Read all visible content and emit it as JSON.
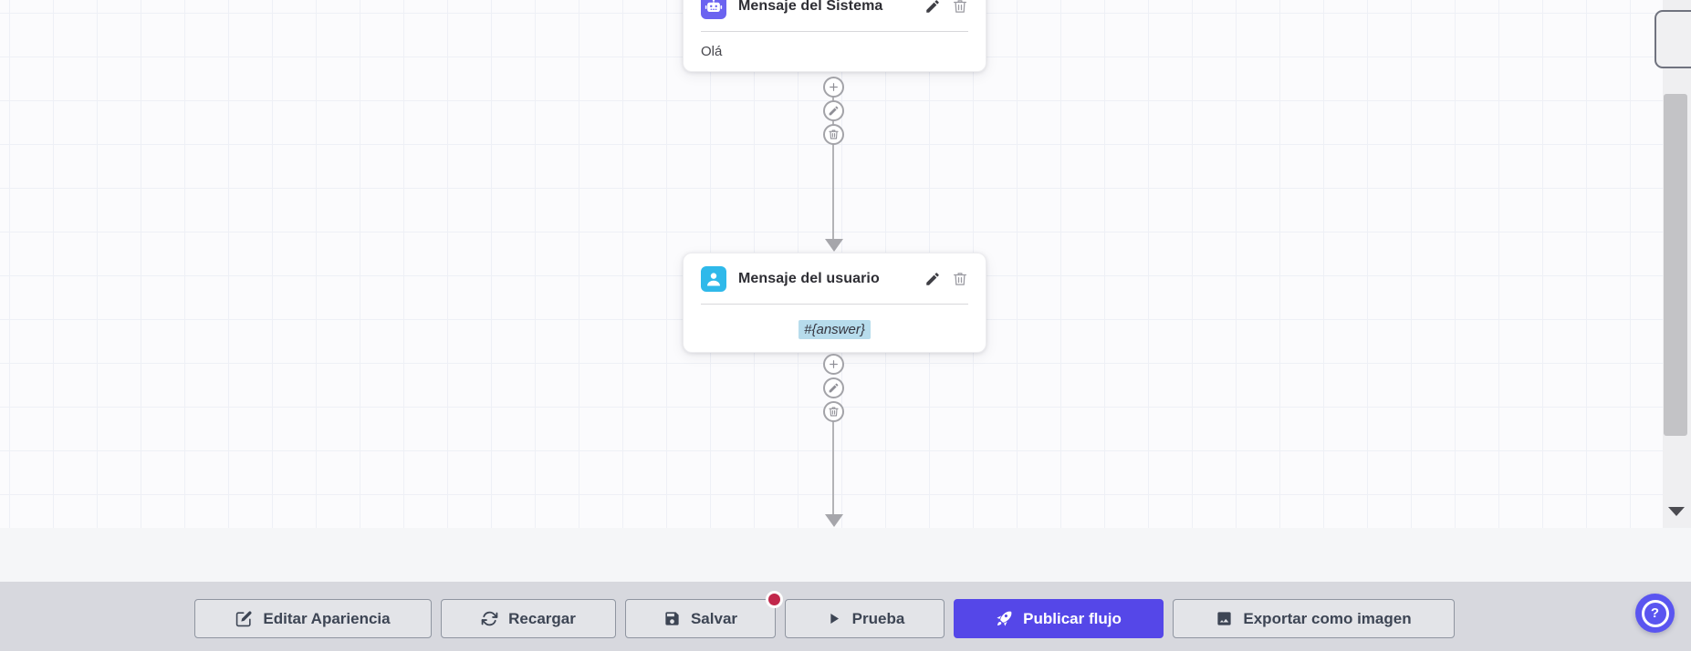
{
  "canvas": {
    "nodes": [
      {
        "title": "Mensaje del Sistema",
        "content": "Olá",
        "icon": "robot-icon",
        "icon_color": "#6b63f0"
      },
      {
        "title": "Mensaje del usuario",
        "content": "#{answer}",
        "icon": "user-icon",
        "icon_color": "#2fb9ea",
        "content_highlight_color": "#b7dcec"
      }
    ],
    "node_header_actions": [
      {
        "name": "edit",
        "icon": "pencil-icon"
      },
      {
        "name": "delete",
        "icon": "trash-icon"
      }
    ],
    "connector_actions": [
      {
        "name": "add",
        "icon": "plus-icon"
      },
      {
        "name": "edit",
        "icon": "pencil-icon"
      },
      {
        "name": "delete",
        "icon": "trash-icon"
      }
    ]
  },
  "toolbar": {
    "buttons": [
      {
        "label": "Editar Apariencia",
        "icon": "edit-square-icon"
      },
      {
        "label": "Recargar",
        "icon": "refresh-icon"
      },
      {
        "label": "Salvar",
        "icon": "save-icon",
        "has_badge": true
      },
      {
        "label": "Prueba",
        "icon": "play-icon"
      },
      {
        "label": "Publicar flujo",
        "icon": "rocket-icon",
        "primary": true
      },
      {
        "label": "Exportar como imagen",
        "icon": "image-icon"
      }
    ]
  },
  "help_button": {
    "label": "?"
  },
  "colors": {
    "primary_button": "#5547e8",
    "system_node_icon": "#6b63f0",
    "user_node_icon": "#2fb9ea",
    "variable_highlight": "#b7dcec",
    "unsaved_badge": "#c1274b",
    "help_button": "#5a55f0",
    "bottom_bar": "#d7d8de"
  }
}
